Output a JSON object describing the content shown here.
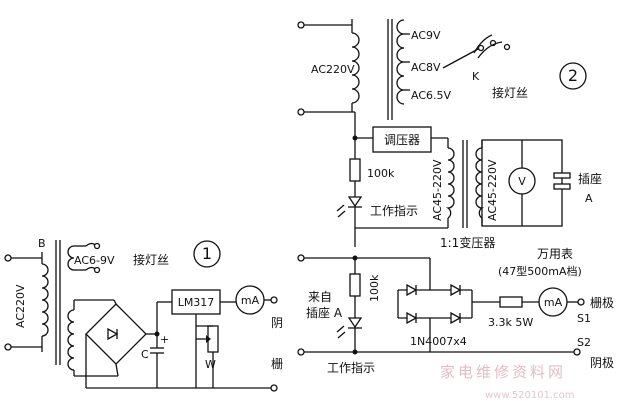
{
  "circuit1": {
    "number": "1",
    "input_label": "AC220V",
    "transformer_label": "B",
    "winding_label": "AC6-9V",
    "filament_label": "接灯丝",
    "regulator_label": "LM317",
    "meter_label": "mA",
    "capacitor_label": "C",
    "pot_label": "W",
    "cathode_label": "阴",
    "grid_label": "栅"
  },
  "circuit2": {
    "number": "2",
    "input_label": "AC220V",
    "taps": [
      "AC9V",
      "AC8V",
      "AC6.5V"
    ],
    "switch_label": "K",
    "filament_label": "接灯丝",
    "regulator_label": "调压器",
    "resistor_label": "100k",
    "indicator_label": "工作指示",
    "primary_label": "AC45-220V",
    "secondary_label": "AC45-220V",
    "meter_label": "V",
    "socket_label": "插座",
    "socket_letter": "A",
    "transformer_caption": "1:1变压器"
  },
  "circuit3": {
    "source_line1": "来自",
    "source_line2": "插座 A",
    "resistor_label": "100k",
    "indicator_label": "工作指示",
    "multimeter_label": "万用表",
    "multimeter_model": "(47型500mA档)",
    "meter_label": "mA",
    "resistor2_label": "3.3k 5W",
    "diodes_label": "1N4007x4",
    "s1_label": "S1",
    "s2_label": "S2",
    "grid_label": "栅极",
    "cathode_label": "阴极"
  },
  "watermark": {
    "text": "家电维修资料网",
    "url": "www.520101.com"
  }
}
